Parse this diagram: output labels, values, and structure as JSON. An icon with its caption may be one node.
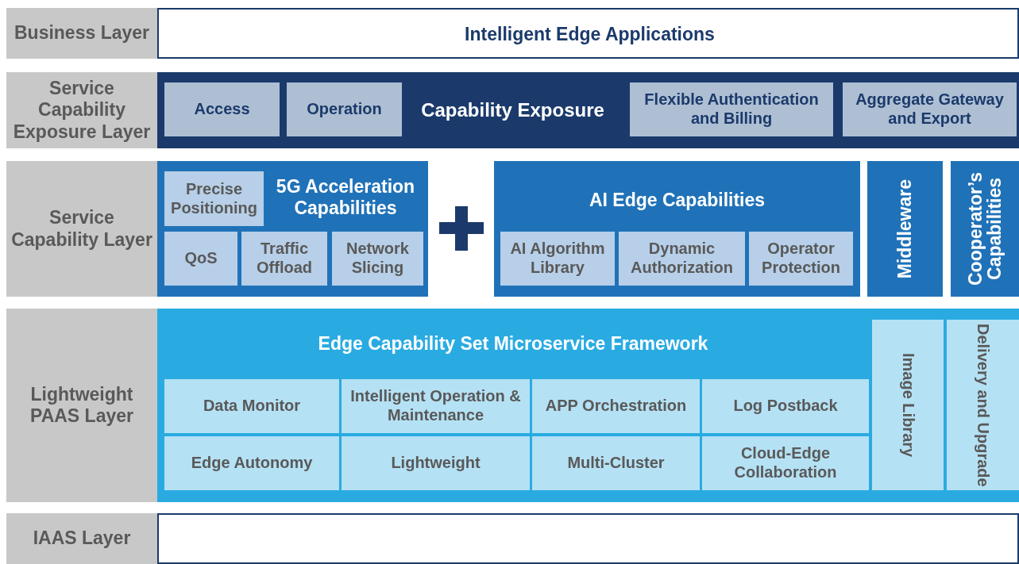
{
  "diagram": {
    "nodes": [
      {
        "text": [
          "Business Layer"
        ]
      },
      {
        "text": [
          "Intelligent Edge Applications"
        ]
      },
      {
        "text": [
          "Service Capability Exposure Layer"
        ]
      },
      {
        "text": [
          "Capability Exposure"
        ]
      },
      {
        "text": [
          "Access"
        ],
        "in": 3
      },
      {
        "text": [
          "Operation"
        ],
        "in": 3
      },
      {
        "text": [
          "Flexible Authentication and Billing"
        ],
        "in": 3
      },
      {
        "text": [
          "Aggregate Gateway and Export"
        ],
        "in": 3
      },
      {
        "text": [
          "Service Capability Layer"
        ]
      },
      {
        "text": [
          "5G Acceleration Capabilities"
        ]
      },
      {
        "text": [
          "Precise Positioning"
        ],
        "in": 9
      },
      {
        "text": [
          "QoS"
        ],
        "in": 9
      },
      {
        "text": [
          "Traffic Offload"
        ],
        "in": 9
      },
      {
        "text": [
          "Network Slicing"
        ],
        "in": 9
      },
      {
        "text": [
          "AI Edge Capabilities"
        ]
      },
      {
        "text": [
          "AI Algorithm Library"
        ],
        "in": 14
      },
      {
        "text": [
          "Dynamic Authorization"
        ],
        "in": 14
      },
      {
        "text": [
          "Operator Protection"
        ],
        "in": 14
      },
      {
        "text": [
          "Middleware"
        ]
      },
      {
        "text": [
          "Cooperator’s Capabilities"
        ]
      },
      {
        "text": [
          "Lightweight PAAS Layer"
        ]
      },
      {
        "text": [
          "Edge Capability Set Microservice Framework"
        ]
      },
      {
        "text": [
          "Data Monitor"
        ],
        "in": 21
      },
      {
        "text": [
          "Intelligent Operation & Maintenance"
        ],
        "in": 21
      },
      {
        "text": [
          "APP Orchestration"
        ],
        "in": 21
      },
      {
        "text": [
          "Log Postback"
        ],
        "in": 21
      },
      {
        "text": [
          "Edge Autonomy"
        ],
        "in": 21
      },
      {
        "text": [
          "Lightweight"
        ],
        "in": 21
      },
      {
        "text": [
          "Multi-Cluster"
        ],
        "in": 21
      },
      {
        "text": [
          "Cloud-Edge Collaboration"
        ],
        "in": 21
      },
      {
        "text": [
          "Image Library"
        ],
        "in": 21
      },
      {
        "text": [
          "Delivery and Upgrade"
        ],
        "in": 21
      },
      {
        "text": [
          "IAAS Layer"
        ]
      },
      {
        "text": [],
        "shape": "box"
      }
    ]
  }
}
